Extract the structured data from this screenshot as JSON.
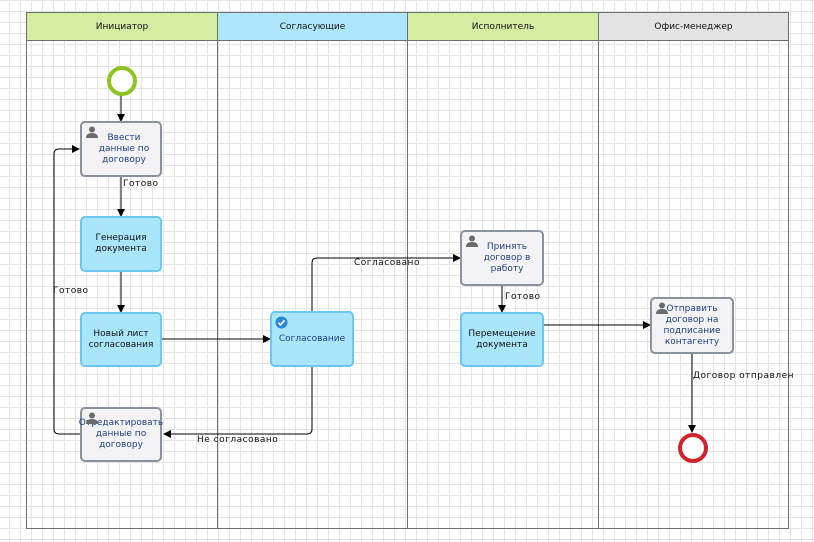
{
  "lanes": [
    {
      "label": "Инициатор",
      "color": "#d5eca3"
    },
    {
      "label": "Согласующие",
      "color": "#aee7fb"
    },
    {
      "label": "Исполнитель",
      "color": "#d5eca3"
    },
    {
      "label": "Офис-менеджер",
      "color": "#e3e3e3"
    }
  ],
  "tasks": {
    "enter_data": "Ввести данные по договору",
    "generate_doc": "Генерация документа",
    "new_sheet": "Новый лист согласования",
    "edit_data": "Отредактировать данные по договору",
    "approval": "Согласование",
    "accept_contract": "Принять договор в работу",
    "move_doc": "Перемещение документа",
    "send_contract": "Отправить договор на подписание контагенту"
  },
  "edge_labels": {
    "ready_1": "Готово",
    "ready_loop": "Готово",
    "approved": "Согласовано",
    "not_approved": "Не согласовано",
    "ready_2": "Готово",
    "sent": "Договор отправлен"
  },
  "icons": {
    "user_task": "user-icon",
    "service_task": "check-circle-icon",
    "start": "start-event-circle",
    "end": "end-event-circle"
  },
  "colors": {
    "start_event": "#8fc31f",
    "end_event": "#d1232a",
    "service_task_fill": "#a9e6fb",
    "user_task_fill": "#f3f3f5"
  }
}
